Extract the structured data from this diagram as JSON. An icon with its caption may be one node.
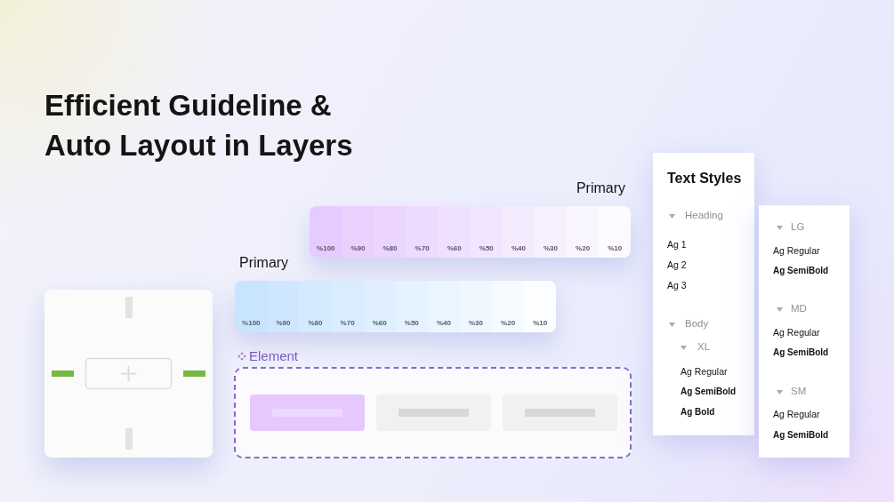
{
  "diagram": {
    "title": "Efficient Guideline & Auto Layout in Layers",
    "nodes": [
      {
        "text": [
          "Primary"
        ]
      },
      {
        "text": [
          "%100"
        ],
        "in": 0
      },
      {
        "text": [
          "%90"
        ],
        "in": 0
      },
      {
        "text": [
          "%80"
        ],
        "in": 0
      },
      {
        "text": [
          "%70"
        ],
        "in": 0
      },
      {
        "text": [
          "%60"
        ],
        "in": 0
      },
      {
        "text": [
          "%50"
        ],
        "in": 0
      },
      {
        "text": [
          "%40"
        ],
        "in": 0
      },
      {
        "text": [
          "%30"
        ],
        "in": 0
      },
      {
        "text": [
          "%20"
        ],
        "in": 0
      },
      {
        "text": [
          "%10"
        ],
        "in": 0
      },
      {
        "text": [
          "Primary"
        ]
      },
      {
        "text": [
          "%100"
        ],
        "in": 11
      },
      {
        "text": [
          "%90"
        ],
        "in": 11
      },
      {
        "text": [
          "%80"
        ],
        "in": 11
      },
      {
        "text": [
          "%70"
        ],
        "in": 11
      },
      {
        "text": [
          "%60"
        ],
        "in": 11
      },
      {
        "text": [
          "%50"
        ],
        "in": 11
      },
      {
        "text": [
          "%40"
        ],
        "in": 11
      },
      {
        "text": [
          "%30"
        ],
        "in": 11
      },
      {
        "text": [
          "%20"
        ],
        "in": 11
      },
      {
        "text": [
          "%10"
        ],
        "in": 11
      },
      {
        "text": [
          "Element"
        ]
      },
      {
        "text": [
          "Text Styles",
          "Heading",
          "Ag 1",
          "Ag 2",
          "Ag 3",
          "Body",
          "XL",
          "Ag Regular",
          "Ag SemiBold",
          "Ag Bold"
        ]
      },
      {
        "text": [
          "LG",
          "Ag Regular",
          "Ag SemiBold",
          "MD",
          "Ag Regular",
          "Ag SemiBold",
          "SM",
          "Ag Regular",
          "Ag SemiBold"
        ]
      }
    ]
  }
}
